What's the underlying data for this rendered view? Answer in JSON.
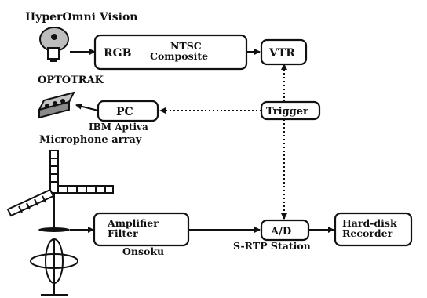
{
  "labels": {
    "hyperomni_vision": "HyperOmni Vision",
    "optotrak": "OPTOTRAK",
    "ibm_aptiva": "IBM Aptiva",
    "microphone_array": "Microphone array",
    "onsoku": "Onsoku",
    "srtp_station": "S-RTP Station"
  },
  "blocks": {
    "rgb": "RGB",
    "ntsc_line1": "NTSC",
    "ntsc_line2": "Composite",
    "vtr": "VTR",
    "pc": "PC",
    "trigger": "Trigger",
    "amplifier_line1": "Amplifier",
    "amplifier_line2": "Filter",
    "ad": "A/D",
    "hdd_line1": "Hard-disk",
    "hdd_line2": "Recorder"
  },
  "colors": {
    "ink": "#111111",
    "background": "#ffffff",
    "device_grey": "#b8b8b8"
  }
}
